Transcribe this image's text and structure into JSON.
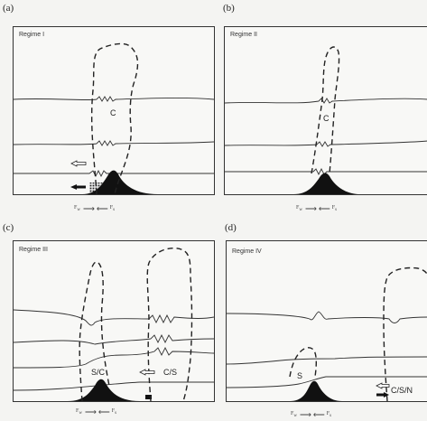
{
  "panels": [
    {
      "letter": "(a)",
      "regime": "Regime I",
      "region_labels": [
        "C"
      ],
      "force_left": "F",
      "force_left_sub": "w",
      "force_right": "F",
      "force_right_sub": "s"
    },
    {
      "letter": "(b)",
      "regime": "Regime II",
      "region_labels": [
        "C"
      ],
      "force_left": "F",
      "force_left_sub": "w",
      "force_right": "F",
      "force_right_sub": "s"
    },
    {
      "letter": "(c)",
      "regime": "Regime III",
      "region_labels": [
        "S/C",
        "C/S"
      ],
      "force_left": "F",
      "force_left_sub": "w",
      "force_right": "F",
      "force_right_sub": "s"
    },
    {
      "letter": "(d)",
      "regime": "Regime IV",
      "region_labels": [
        "S",
        "C/S/N"
      ],
      "force_left": "F",
      "force_left_sub": "w",
      "force_right": "F",
      "force_right_sub": "s"
    }
  ],
  "colors": {
    "line": "#333333",
    "mound": "#111111",
    "background": "#f8f8f6"
  },
  "icons": [
    "hollow-arrow-left-icon",
    "solid-arrow-left-icon",
    "solid-arrow-right-icon",
    "force-arrow-right-icon",
    "force-arrow-left-icon"
  ]
}
